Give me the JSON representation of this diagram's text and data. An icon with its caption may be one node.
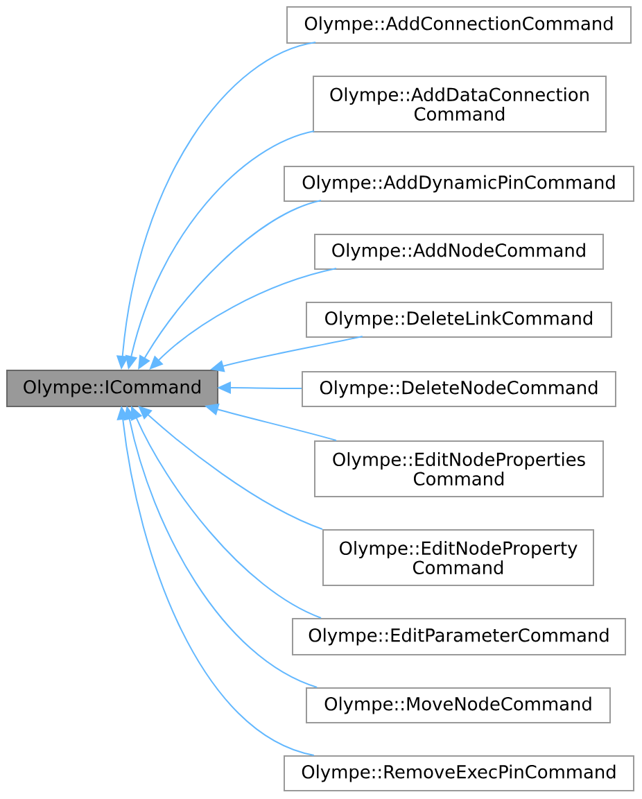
{
  "diagram": {
    "nodes": [
      {
        "text": [
          "Olympe::ICommand"
        ]
      },
      {
        "text": [
          "Olympe::AddConnectionCommand"
        ]
      },
      {
        "text": [
          "Olympe::AddDataConnection Command"
        ]
      },
      {
        "text": [
          "Olympe::AddDynamicPinCommand"
        ]
      },
      {
        "text": [
          "Olympe::AddNodeCommand"
        ]
      },
      {
        "text": [
          "Olympe::DeleteLinkCommand"
        ]
      },
      {
        "text": [
          "Olympe::DeleteNodeCommand"
        ]
      },
      {
        "text": [
          "Olympe::EditNodeProperties Command"
        ]
      },
      {
        "text": [
          "Olympe::EditNodeProperty Command"
        ]
      },
      {
        "text": [
          "Olympe::EditParameterCommand"
        ]
      },
      {
        "text": [
          "Olympe::MoveNodeCommand"
        ]
      },
      {
        "text": [
          "Olympe::RemoveExecPinCommand"
        ]
      }
    ],
    "edges": [
      {
        "from": 1,
        "to": 0,
        "arrow": "to"
      },
      {
        "from": 2,
        "to": 0,
        "arrow": "to"
      },
      {
        "from": 3,
        "to": 0,
        "arrow": "to"
      },
      {
        "from": 4,
        "to": 0,
        "arrow": "to"
      },
      {
        "from": 5,
        "to": 0,
        "arrow": "to"
      },
      {
        "from": 6,
        "to": 0,
        "arrow": "to"
      },
      {
        "from": 7,
        "to": 0,
        "arrow": "to"
      },
      {
        "from": 8,
        "to": 0,
        "arrow": "to"
      },
      {
        "from": 9,
        "to": 0,
        "arrow": "to"
      },
      {
        "from": 10,
        "to": 0,
        "arrow": "to"
      },
      {
        "from": 11,
        "to": 0,
        "arrow": "to"
      }
    ]
  }
}
